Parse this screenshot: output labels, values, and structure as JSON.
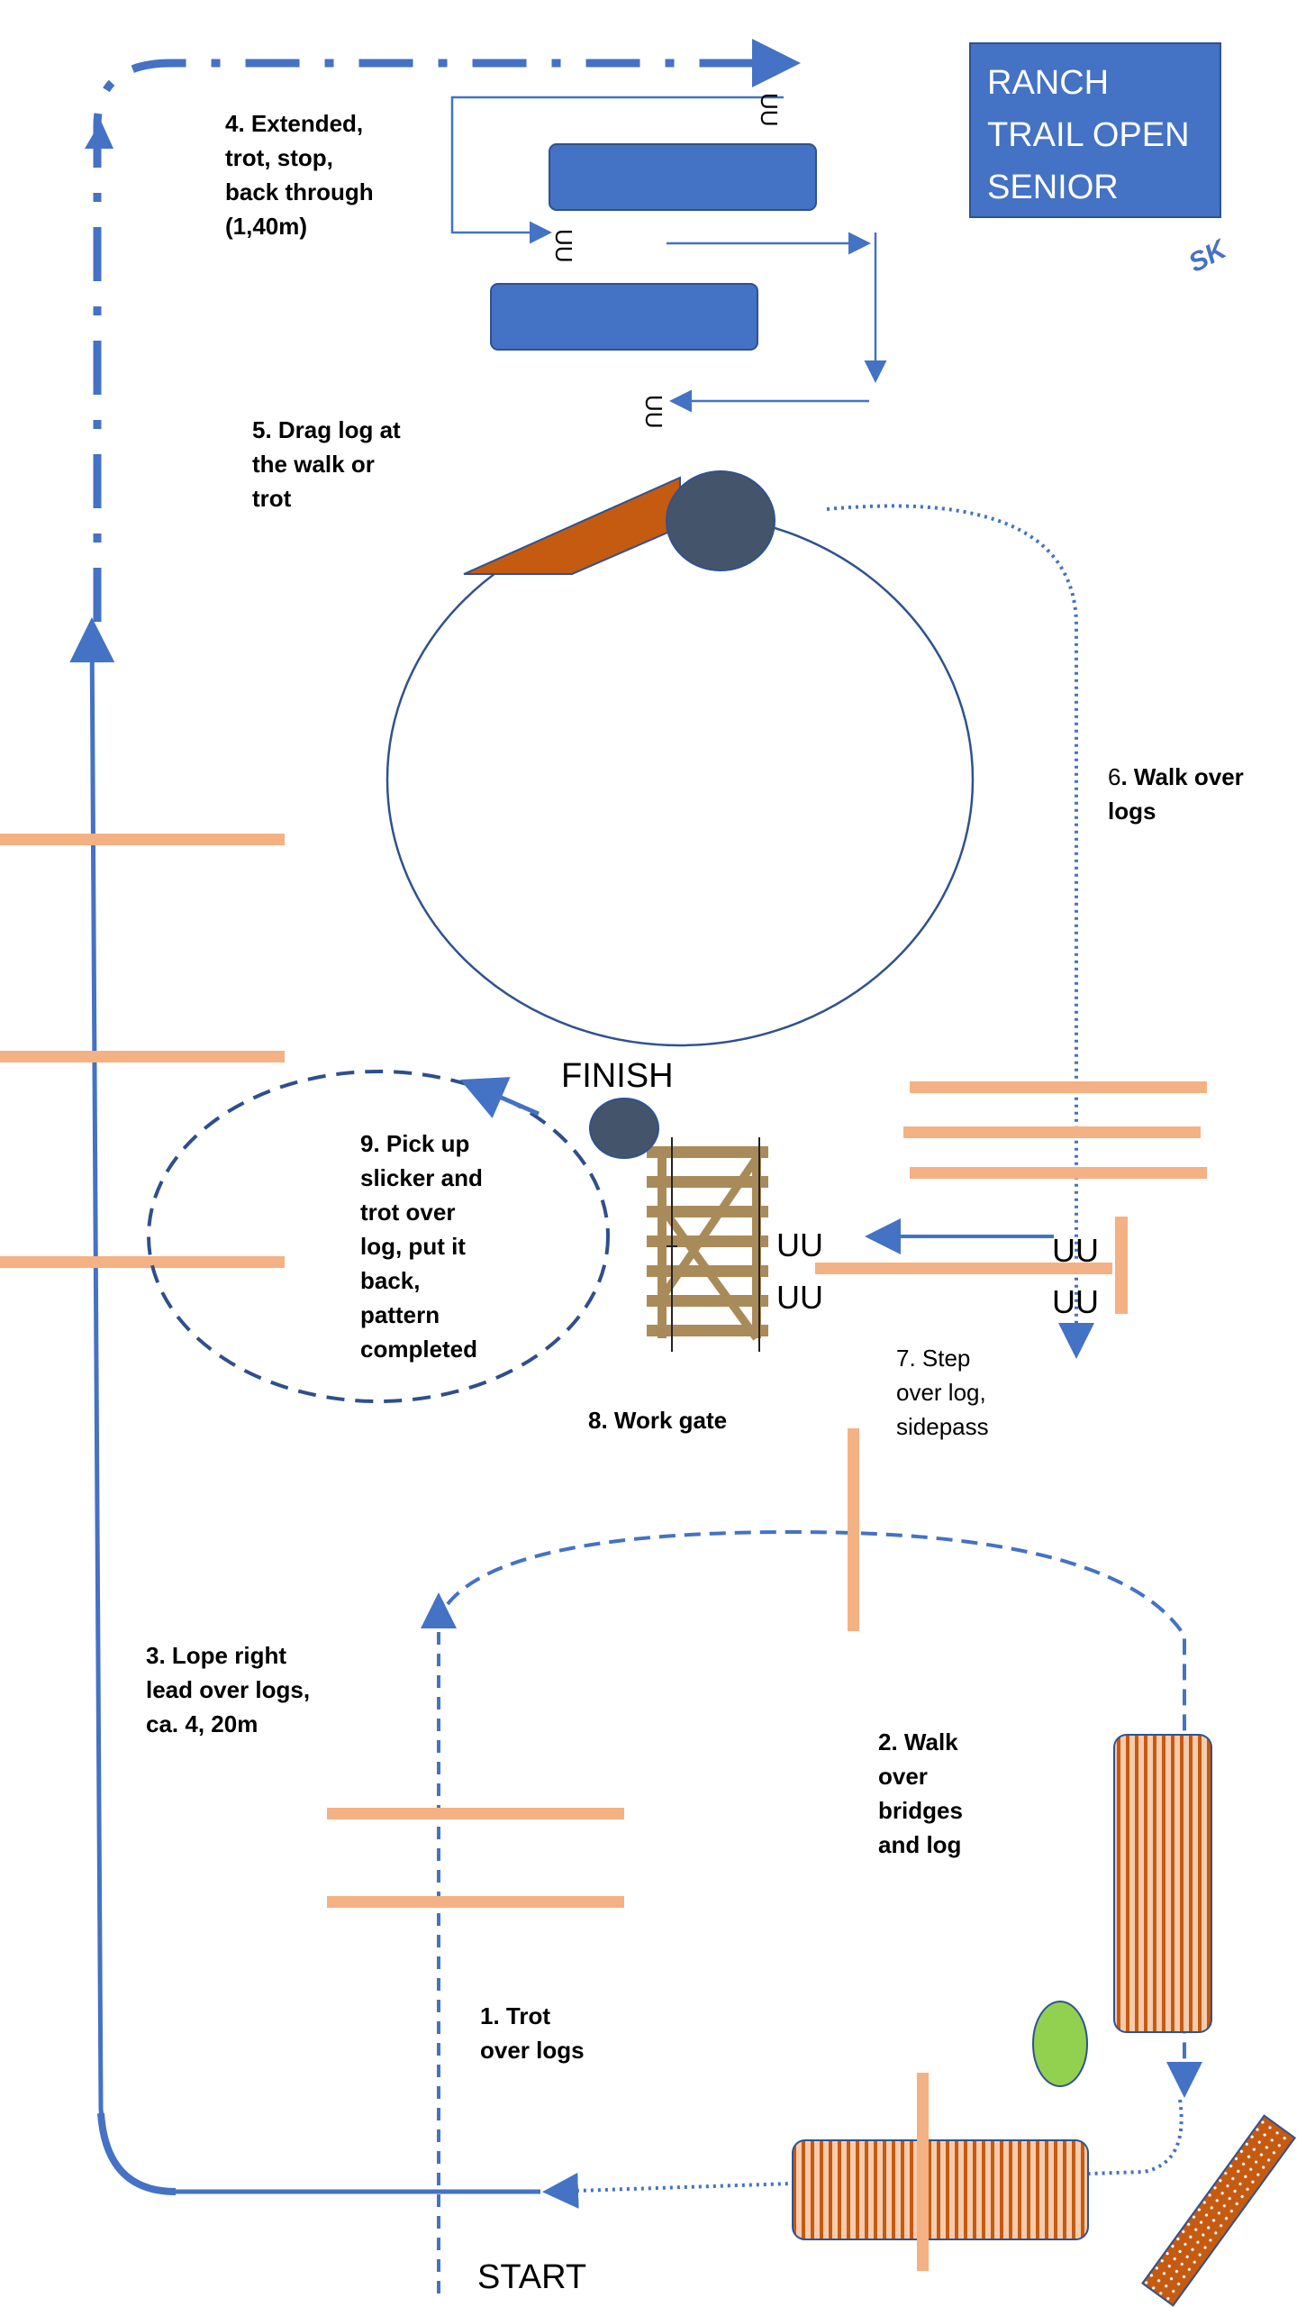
{
  "title": "RANCH\nTRAIL OPEN\nSENIOR",
  "initials": "SK",
  "labels": {
    "start": "START",
    "finish": "FINISH",
    "step1": "1. Trot\nover logs",
    "step2": "2. Walk\nover\nbridges\nand log",
    "step3": "3. Lope right\nlead over logs,\nca. 4, 20m",
    "step4": "4. Extended,\ntrot, stop,\nback through\n(1,40m)",
    "step5": "5. Drag log at\nthe walk or\ntrot",
    "step6_num": "6",
    "step6_text": ". Walk over\nlogs",
    "step7": "7. Step\nover log,\nsidepass",
    "step8": "8. Work gate",
    "step9": "9. Pick up\nslicker and\ntrot over\nlog, put it\nback,\npattern\ncompleted"
  },
  "markers": {
    "uu": "UU"
  },
  "colors": {
    "title_bg": "#4472c4",
    "title_text": "#ffffff",
    "path_blue": "#4472c4",
    "dark_blue": "#2f4e8c",
    "log": "#f4b183",
    "bridge": "#c55a11",
    "barrel": "#44546a",
    "green": "#92d050",
    "gate": "#b08d57",
    "drag_log": "#c55a11"
  }
}
